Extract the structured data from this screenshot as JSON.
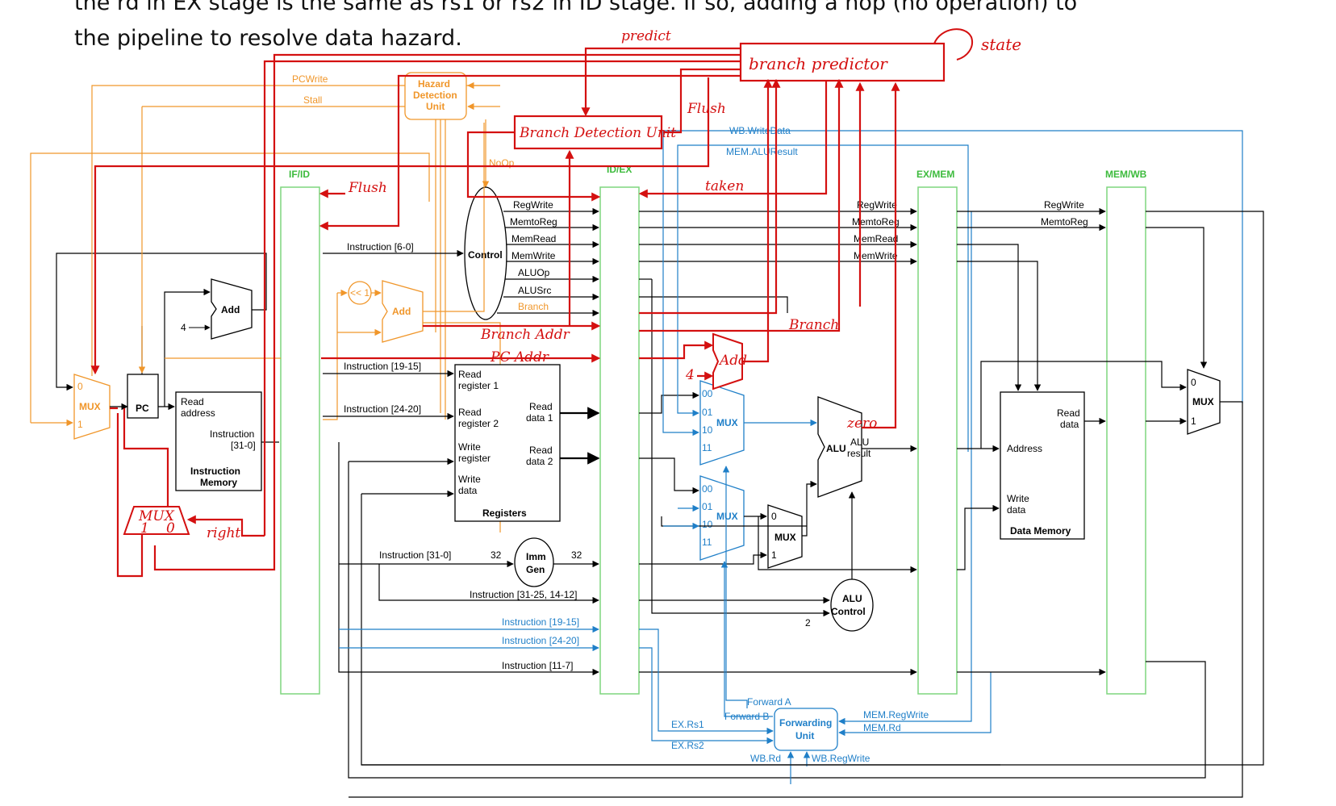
{
  "intro": {
    "line1": "the rd in EX stage is the same as rs1 or rs2 in ID stage. If so, adding a nop (no operation) to",
    "line2": "the pipeline to resolve data hazard."
  },
  "colors": {
    "red": "#d41010",
    "orange": "#f0962a",
    "blue": "#1f7fc8",
    "green": "#7ed67e",
    "black": "#000000"
  },
  "pipeline_registers": {
    "ifid": "IF/ID",
    "idex": "ID/EX",
    "exmem": "EX/MEM",
    "memwb": "MEM/WB"
  },
  "units": {
    "pc": "PC",
    "mux": "MUX",
    "add": "Add",
    "const_four": "4",
    "shift_left": "<< 1",
    "control": "Control",
    "hazard_line1": "Hazard",
    "hazard_line2": "Detection",
    "hazard_line3": "Unit",
    "imem_read": "Read",
    "imem_address": "address",
    "imem_instr": "Instruction",
    "imem_bits": "[31-0]",
    "imem_title1": "Instruction",
    "imem_title2": "Memory",
    "regs_title": "Registers",
    "regs_read_reg1a": "Read",
    "regs_read_reg1b": "register 1",
    "regs_read_reg2a": "Read",
    "regs_read_reg2b": "register 2",
    "regs_write_reg_a": "Write",
    "regs_write_reg_b": "register",
    "regs_write_data_a": "Write",
    "regs_write_data_b": "data",
    "regs_rd1a": "Read",
    "regs_rd1b": "data 1",
    "regs_rd2a": "Read",
    "regs_rd2b": "data 2",
    "imm_gen_a": "Imm",
    "imm_gen_b": "Gen",
    "alu": "ALU",
    "alu_result_a": "ALU",
    "alu_result_b": "result",
    "alu_control_a": "ALU",
    "alu_control_b": "Control",
    "dmem_address": "Address",
    "dmem_read_a": "Read",
    "dmem_read_b": "data",
    "dmem_write_a": "Write",
    "dmem_write_b": "data",
    "dmem_title": "Data Memory",
    "forwarding_a": "Forwarding",
    "forwarding_b": "Unit",
    "mux_in_00": "00",
    "mux_in_01": "01",
    "mux_in_10": "10",
    "mux_in_11": "11",
    "zero": "0",
    "one": "1",
    "bus32": "32",
    "bus2": "2"
  },
  "signals": {
    "pcwrite": "PCWrite",
    "stall": "Stall",
    "noop": "NoOp",
    "regwrite": "RegWrite",
    "memtoreg": "MemtoReg",
    "memread": "MemRead",
    "memwrite": "MemWrite",
    "aluop": "ALUOp",
    "alusrc": "ALUSrc",
    "branch": "Branch",
    "wb_writedata": "WB.WriteData",
    "mem_aluresult": "MEM.ALUResult",
    "instr_6_0": "Instruction [6-0]",
    "instr_19_15": "Instruction [19-15]",
    "instr_24_20": "Instruction [24-20]",
    "instr_31_0": "Instruction [31-0]",
    "instr_31_25": "Instruction [31-25, 14-12]",
    "instr_19_15_b": "Instruction [19-15]",
    "instr_24_20_b": "Instruction [24-20]",
    "instr_11_7": "Instruction [11-7]",
    "forward_a": "Forward A",
    "forward_b": "Forward B",
    "ex_rs1": "EX.Rs1",
    "ex_rs2": "EX.Rs2",
    "wb_rd": "WB.Rd",
    "wb_regwrite": "WB.RegWrite",
    "mem_regwrite": "MEM.RegWrite",
    "mem_rd": "MEM.Rd"
  },
  "annotations": {
    "predict": "predict",
    "state": "state",
    "branch_predictor": "branch predictor",
    "flush_top": "Flush",
    "branch_detection_unit": "Branch Detection Unit",
    "flush_ifid": "Flush",
    "taken": "taken",
    "branch_addr": "Branch Addr",
    "pc_addr": "PC Addr",
    "add": "Add",
    "four": "4",
    "branch": "Branch",
    "zero": "zero",
    "mux": "MUX",
    "mux_one": "1",
    "mux_zero": "0",
    "right": "right"
  }
}
